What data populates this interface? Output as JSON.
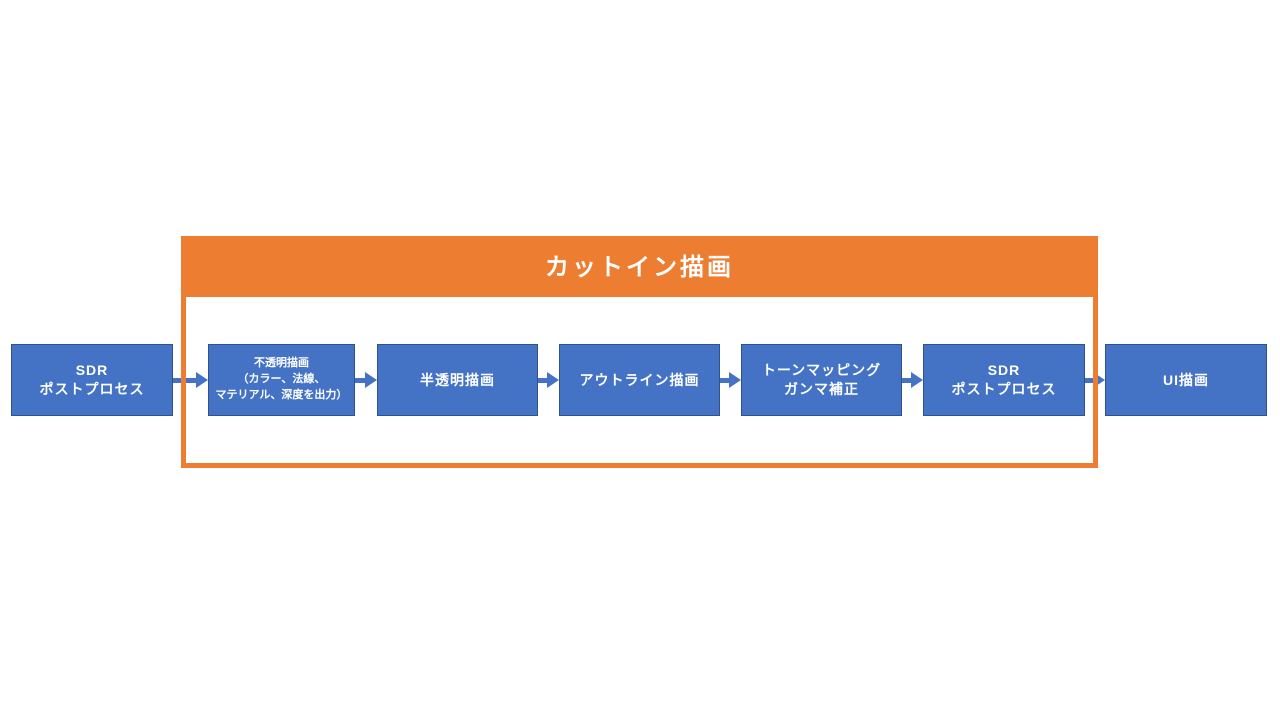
{
  "diagram": {
    "type": "flowchart",
    "container": {
      "label": "カットイン描画"
    },
    "nodes": [
      {
        "id": "sdr-postprocess-left",
        "lines": [
          "SDR",
          "ポストプロセス"
        ]
      },
      {
        "id": "opaque-pass",
        "lines": [
          "不透明描画",
          "（カラー、法線、",
          "マテリアル、深度を出力）"
        ]
      },
      {
        "id": "translucent-pass",
        "lines": [
          "半透明描画"
        ]
      },
      {
        "id": "outline-pass",
        "lines": [
          "アウトライン描画"
        ]
      },
      {
        "id": "tonemap-gamma",
        "lines": [
          "トーンマッピング",
          "ガンマ補正"
        ]
      },
      {
        "id": "sdr-postprocess-right",
        "lines": [
          "SDR",
          "ポストプロセス"
        ]
      },
      {
        "id": "ui-pass",
        "lines": [
          "UI描画"
        ]
      }
    ],
    "colors": {
      "box_fill": "#4472C4",
      "box_border": "#2F528F",
      "container_accent": "#ED7D31",
      "arrow": "#4472C4",
      "label_text": "#FFFFFF"
    }
  }
}
